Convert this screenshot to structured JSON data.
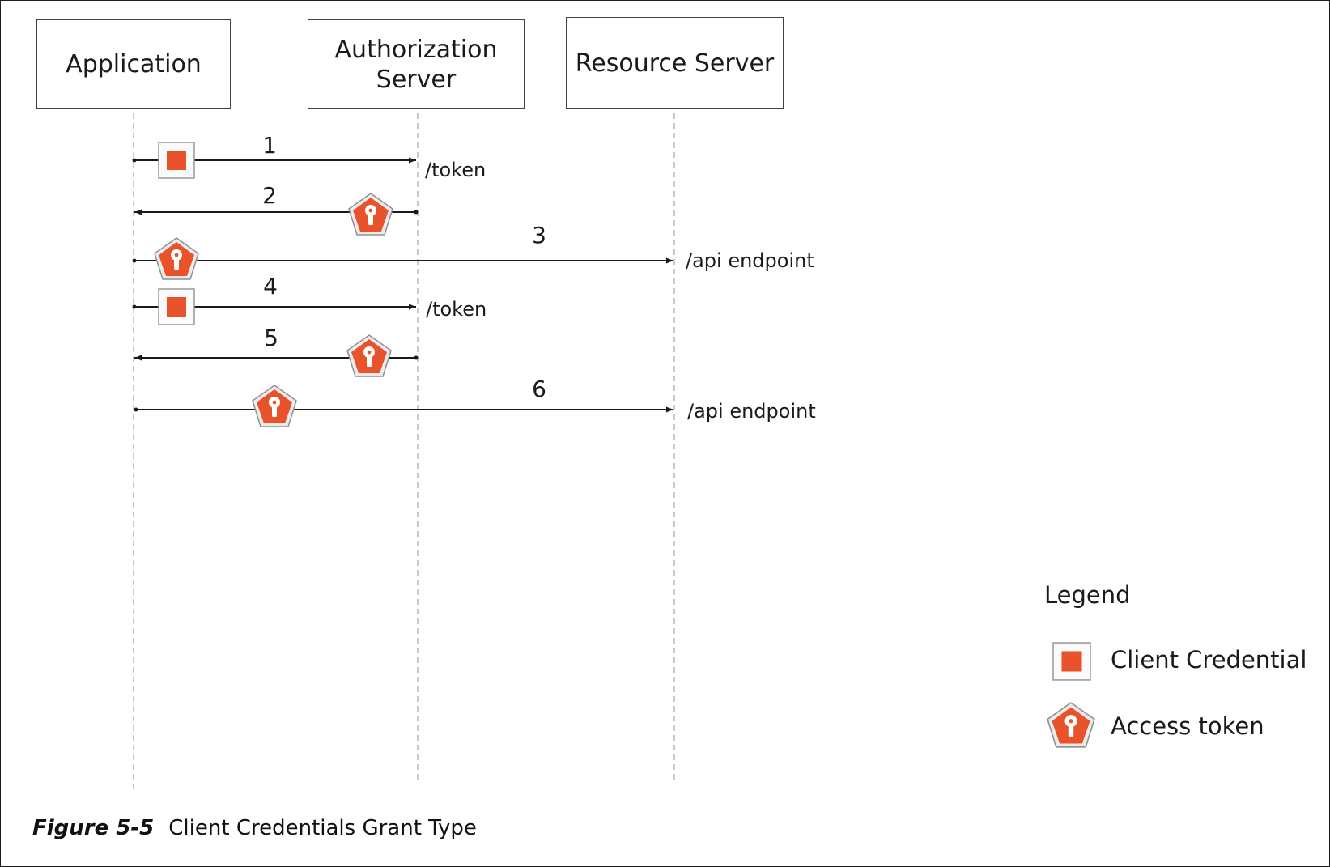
{
  "figure": {
    "label": "Figure 5-5",
    "title": "Client Credentials Grant Type"
  },
  "actors": [
    {
      "id": "application",
      "lines": [
        "Application"
      ]
    },
    {
      "id": "authorization-server",
      "lines": [
        "Authorization",
        "Server"
      ]
    },
    {
      "id": "resource-server",
      "lines": [
        "Resource Server"
      ]
    }
  ],
  "messages": [
    {
      "number": "1",
      "from": "application",
      "to": "authorization-server",
      "carries": "client-credential",
      "endpoint": "/token"
    },
    {
      "number": "2",
      "from": "authorization-server",
      "to": "application",
      "carries": "access-token",
      "endpoint": ""
    },
    {
      "number": "3",
      "from": "application",
      "to": "resource-server",
      "carries": "access-token",
      "endpoint": "/api endpoint"
    },
    {
      "number": "4",
      "from": "application",
      "to": "authorization-server",
      "carries": "client-credential",
      "endpoint": "/token"
    },
    {
      "number": "5",
      "from": "authorization-server",
      "to": "application",
      "carries": "access-token",
      "endpoint": ""
    },
    {
      "number": "6",
      "from": "application",
      "to": "resource-server",
      "carries": "access-token",
      "endpoint": "/api endpoint"
    }
  ],
  "legend": {
    "title": "Legend",
    "items": [
      {
        "icon": "client-credential-icon",
        "label": "Client Credential"
      },
      {
        "icon": "access-token-icon",
        "label": "Access token"
      }
    ]
  },
  "colors": {
    "accent": "#e8532b",
    "box_border": "#3c4350",
    "lifeline": "#b8b8b8"
  }
}
